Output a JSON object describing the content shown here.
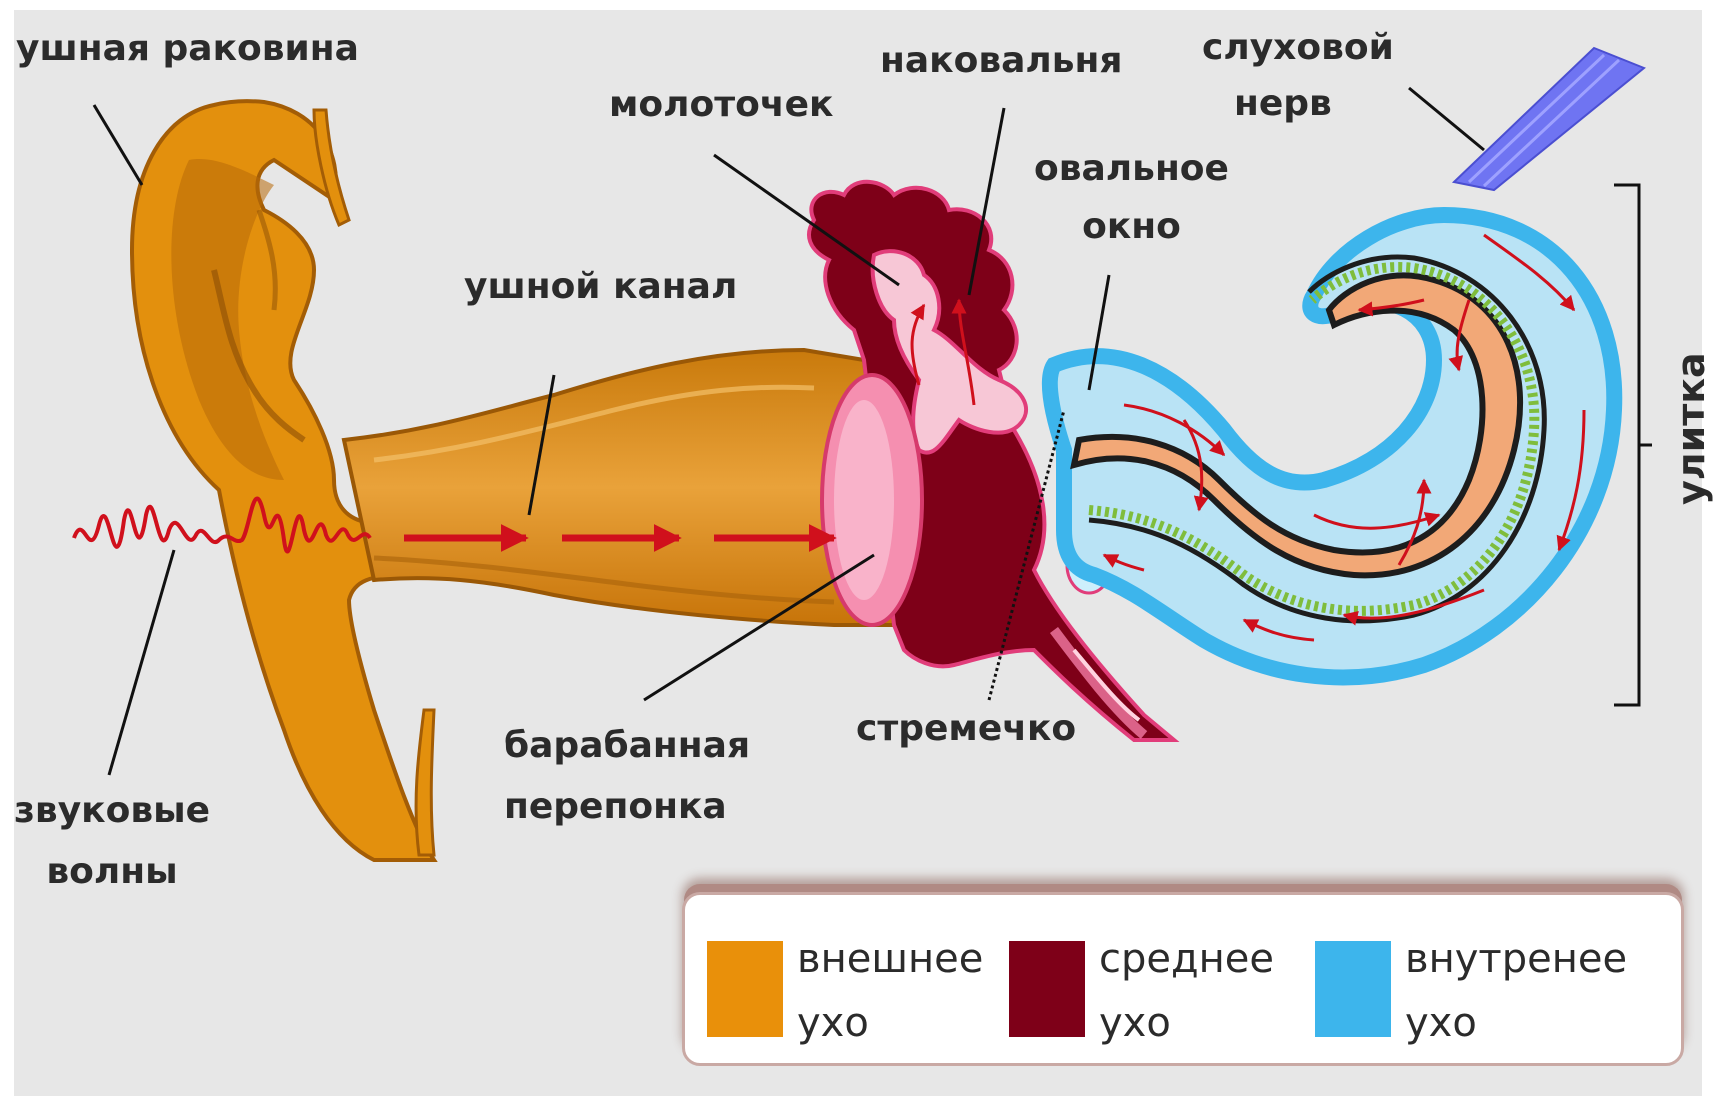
{
  "labels": {
    "pinna": "ушная раковина",
    "hammer": "молоточек",
    "anvil": "наковальня",
    "nerve_line1": "слуховой",
    "nerve_line2": "нерв",
    "oval_line1": "овальное",
    "oval_line2": "окно",
    "ear_canal": "ушной канал",
    "cochlea": "улитка",
    "eardrum_line1": "барабанная",
    "eardrum_line2": "перепонка",
    "stirrup": "стремечко",
    "waves_line1": "звуковые",
    "waves_line2": "волны"
  },
  "legend": {
    "items": [
      {
        "line1": "внешнее",
        "line2": "ухо",
        "color": "#e9900a"
      },
      {
        "line1": "среднее",
        "line2": "ухо",
        "color": "#7e0018"
      },
      {
        "line1": "внутренее",
        "line2": "ухо",
        "color": "#3db5ec"
      }
    ]
  },
  "colors": {
    "outer_ear": "#e3900d",
    "outer_ear_shadow": "#b86a0a",
    "middle_ear": "#7e0018",
    "inner_ear": "#3db5ec",
    "inner_ear_fill": "#b9e3f5",
    "cochlea_duct": "#f2a877",
    "sound_waves": "#d0101c",
    "nerve": "#6f74f2"
  }
}
